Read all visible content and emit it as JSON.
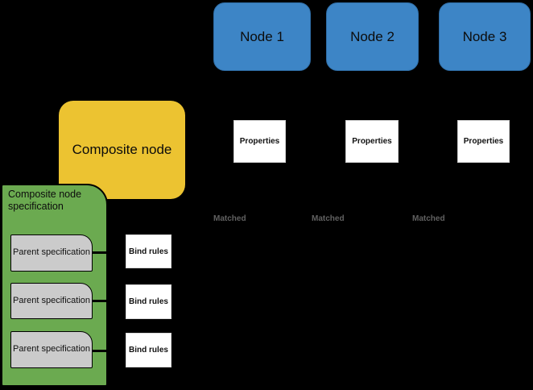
{
  "palette": {
    "background": "#000000",
    "node_blue": "#3D85C6",
    "composite_yellow": "#ECC331",
    "spec_green": "#6BAA50",
    "parent_gray": "#CBCBCB",
    "box_white": "#FFFFFF",
    "matched_text_gray": "#616161",
    "connector_black": "#000000"
  },
  "nodes": [
    {
      "label": "Node 1"
    },
    {
      "label": "Node 2"
    },
    {
      "label": "Node 3"
    }
  ],
  "composite_node": {
    "label": "Composite node"
  },
  "specification": {
    "title": "Composite node specification",
    "parents": [
      {
        "label": "Parent specification"
      },
      {
        "label": "Parent specification"
      },
      {
        "label": "Parent specification"
      }
    ]
  },
  "bind_rules": [
    {
      "label": "Bind rules"
    },
    {
      "label": "Bind rules"
    },
    {
      "label": "Bind rules"
    }
  ],
  "properties": [
    {
      "label": "Properties"
    },
    {
      "label": "Properties"
    },
    {
      "label": "Properties"
    }
  ],
  "matched_labels": [
    {
      "label": "Matched"
    },
    {
      "label": "Matched"
    },
    {
      "label": "Matched"
    }
  ]
}
